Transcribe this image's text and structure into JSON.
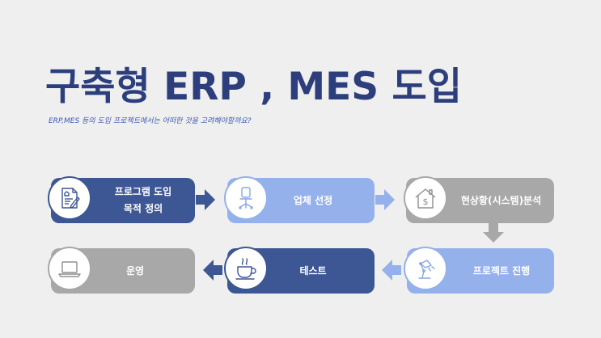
{
  "title": "구축형 ERP , MES 도입",
  "subtitle": "ERP,MES 등의 도입 프로젝트에서는 어떠한 것을 고려해야할까요?",
  "steps": [
    {
      "label": "프로그램 도입\n목적 정의",
      "icon": "document-icon"
    },
    {
      "label": "업체 선정",
      "icon": "office-chair-icon"
    },
    {
      "label": "현상황(시스템)분석",
      "icon": "house-dollar-icon"
    },
    {
      "label": "프로젝트 진행",
      "icon": "desk-lamp-icon"
    },
    {
      "label": "테스트",
      "icon": "coffee-cup-icon"
    },
    {
      "label": "운영",
      "icon": "laptop-icon"
    }
  ],
  "colors": {
    "title": "#2c3f7c",
    "dark": "#3d5794",
    "light": "#94b1ec",
    "gray": "#a8a8a8",
    "background": "#efefef"
  }
}
